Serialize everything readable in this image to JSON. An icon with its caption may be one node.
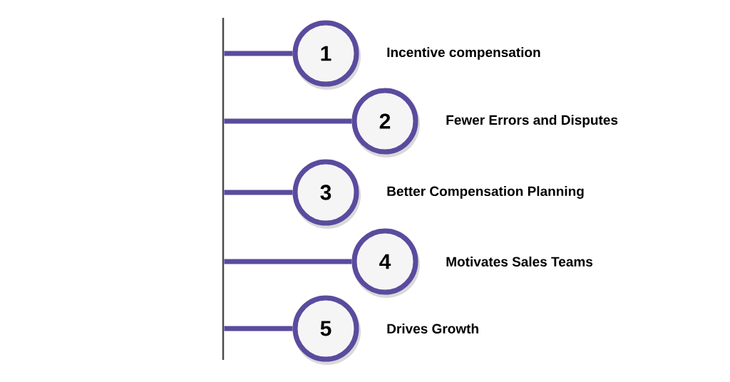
{
  "diagram": {
    "nodes": [
      {
        "text": [],
        "shape": "bar"
      },
      {
        "text": [
          "1"
        ],
        "beside": [
          "Incentive compensation"
        ]
      },
      {
        "text": [
          "2"
        ],
        "beside": [
          "Fewer Errors and Disputes"
        ]
      },
      {
        "text": [
          "3"
        ],
        "beside": [
          "Better Compensation Planning"
        ]
      },
      {
        "text": [
          "4"
        ],
        "beside": [
          "Motivates Sales Teams"
        ]
      },
      {
        "text": [
          "5"
        ],
        "beside": [
          "Drives Growth"
        ]
      }
    ],
    "edges": [
      {
        "from": 0,
        "to": 1,
        "arrow": "none"
      },
      {
        "from": 0,
        "to": 2,
        "arrow": "none"
      },
      {
        "from": 0,
        "to": 3,
        "arrow": "none"
      },
      {
        "from": 0,
        "to": 4,
        "arrow": "none"
      },
      {
        "from": 0,
        "to": 5,
        "arrow": "none"
      }
    ]
  }
}
